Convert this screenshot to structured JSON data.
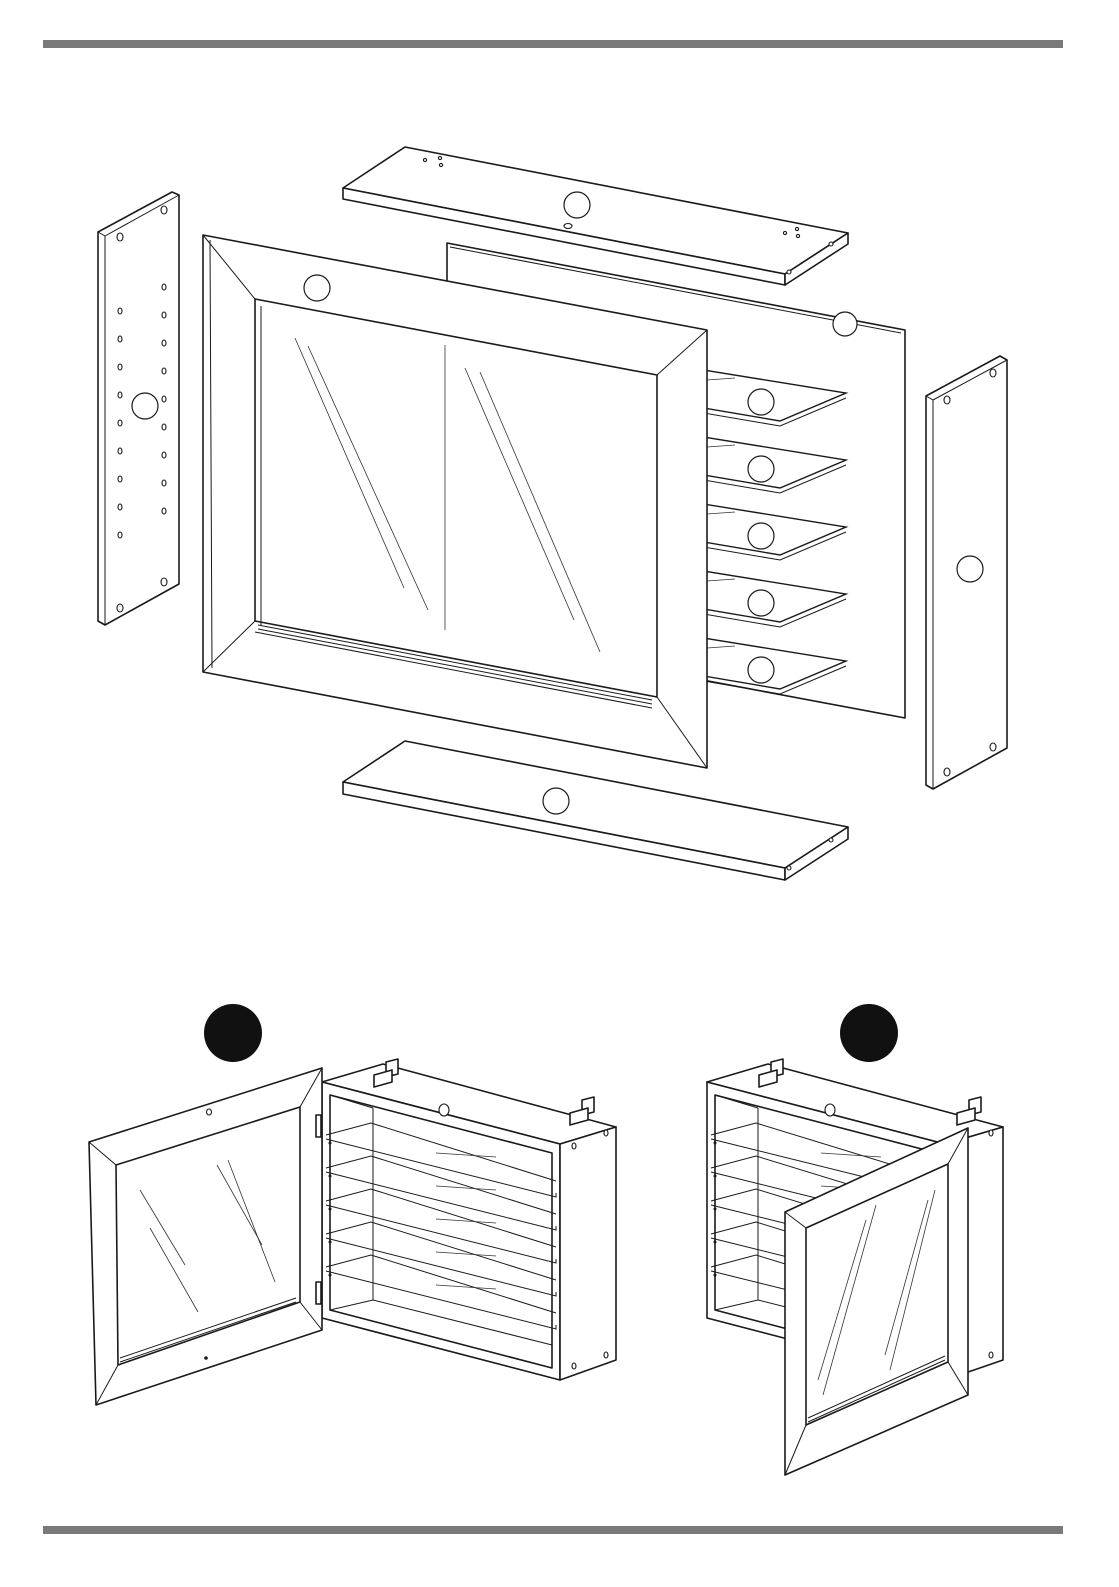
{
  "page": {
    "background": "#ffffff",
    "rule_color": "#7a7a7a",
    "ink_color": "#1a1a1a"
  },
  "diagrams": {
    "exploded_view": {
      "parts": [
        {
          "name": "top-panel"
        },
        {
          "name": "left-side-panel"
        },
        {
          "name": "right-side-panel"
        },
        {
          "name": "bottom-panel"
        },
        {
          "name": "back-panel"
        },
        {
          "name": "door-frame"
        },
        {
          "name": "glass-shelf",
          "count": 5
        }
      ],
      "part_label_circles": 11
    },
    "assembled_views": [
      {
        "name": "door-open-left",
        "step_badge": "filled-circle"
      },
      {
        "name": "door-open-right",
        "step_badge": "filled-circle"
      }
    ]
  }
}
